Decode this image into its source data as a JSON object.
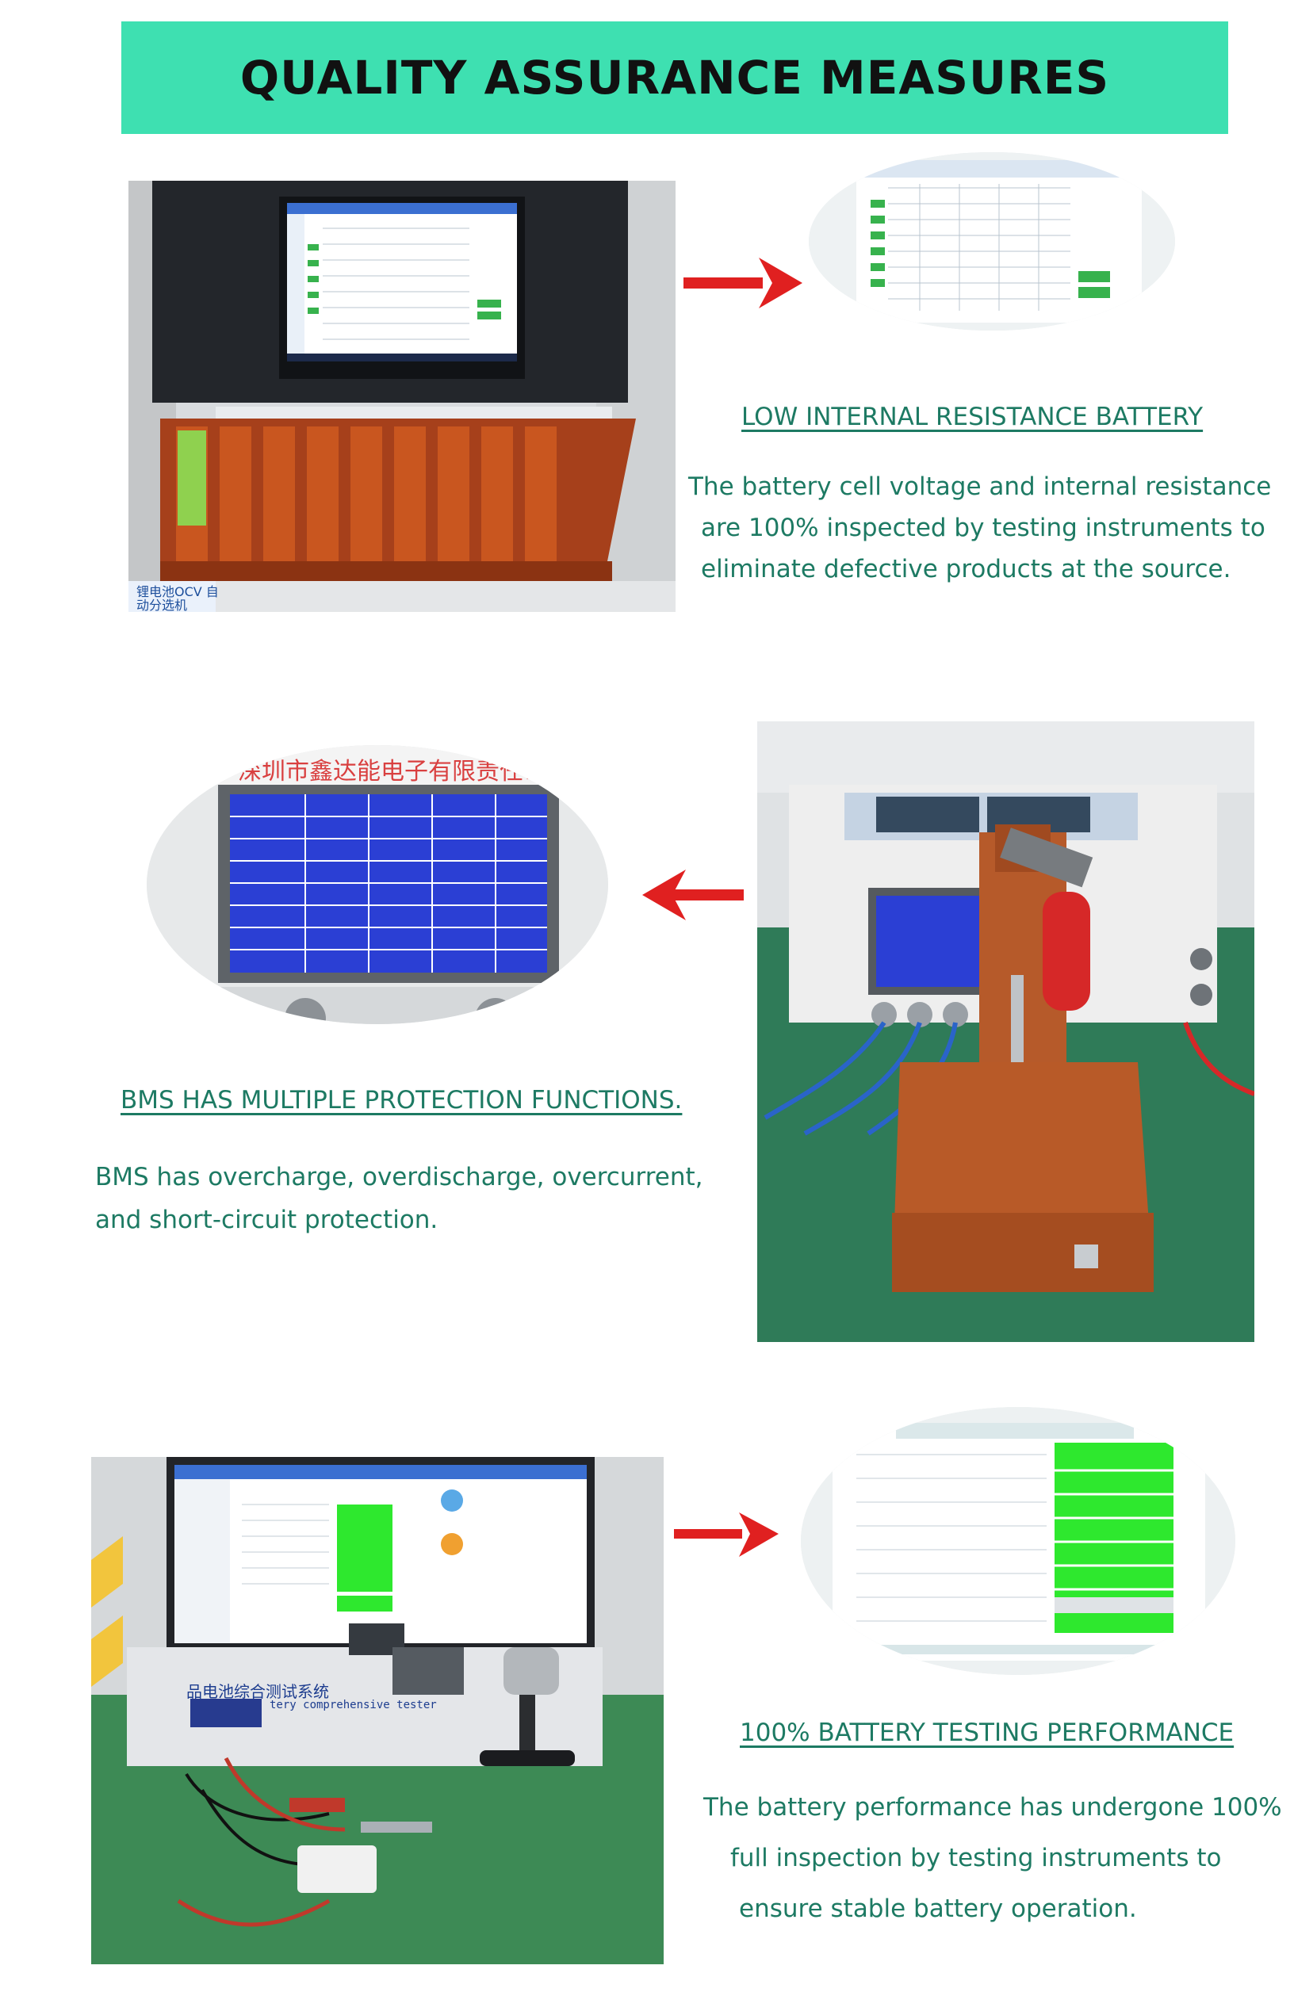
{
  "banner": {
    "title": "QUALITY ASSURANCE MEASURES",
    "color": "#3ee0b1"
  },
  "text_color": "#1d7a63",
  "section1": {
    "heading": "LOW INTERNAL RESISTANCE BATTERY",
    "lines": [
      "The battery cell voltage and internal resistance",
      "are 100% inspected by testing instruments to",
      "eliminate defective products at the source."
    ],
    "photo_label": "锂电池OCV 自动分选机",
    "arrow_direction": "right"
  },
  "section2": {
    "heading": "BMS HAS MULTIPLE PROTECTION FUNCTIONS.",
    "lines": [
      "BMS has overcharge, overdischarge, overcurrent,",
      "and short-circuit protection."
    ],
    "device_label": "深圳市鑫达能电子有限责任公司",
    "arrow_direction": "left"
  },
  "section3": {
    "heading": "100% BATTERY TESTING PERFORMANCE",
    "lines": [
      "The battery performance has undergone 100%",
      "full inspection by testing instruments to",
      "ensure stable battery operation."
    ],
    "device_label": "品电池综合测试系统",
    "device_sublabel": "tery comprehensive tester",
    "arrow_direction": "right"
  },
  "accent_red": "#e02020"
}
